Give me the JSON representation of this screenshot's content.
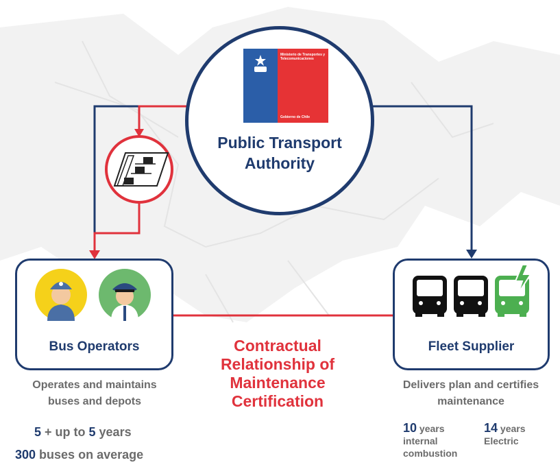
{
  "authority": {
    "ministry_text": "Ministerio de Transportes y Telecomunicaciones",
    "government_text": "Gobierno de Chile",
    "label_line1": "Public Transport",
    "label_line2": "Authority"
  },
  "operators": {
    "title": "Bus Operators",
    "desc_line1": "Operates and maintains",
    "desc_line2": "buses and depots",
    "years_a": "5",
    "years_mid": " + up to ",
    "years_b": "5",
    "years_unit": " years",
    "buses_num": "300",
    "buses_text": " buses on average"
  },
  "supplier": {
    "title": "Fleet Supplier",
    "desc_line1": "Delivers plan and certifies",
    "desc_line2": "maintenance",
    "ic_num": "10",
    "ic_unit": " years",
    "ic_line2": "internal",
    "ic_line3": "combustion",
    "el_num": "14",
    "el_unit": " years",
    "el_line2": "Electric"
  },
  "relationship": {
    "line1": "Contractual",
    "line2": "Relationship of",
    "line3": "Maintenance",
    "line4": "Certification"
  },
  "colors": {
    "navy": "#1f3b6e",
    "red": "#e0323c",
    "grey_text": "#6b6b6b",
    "flag_blue": "#2b5ea8",
    "flag_red": "#e63335",
    "electric_green": "#4caf50"
  },
  "icons": [
    "chile-government-emblem",
    "contract-document-icon",
    "worker-avatar-icon",
    "driver-avatar-icon",
    "bus-front-icon",
    "electric-bus-icon"
  ]
}
